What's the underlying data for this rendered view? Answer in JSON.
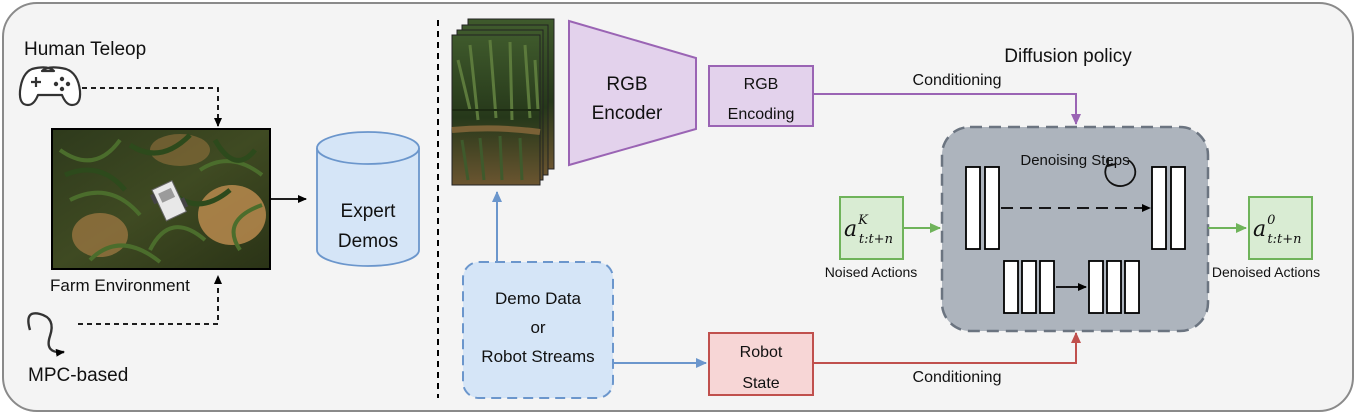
{
  "left": {
    "human_teleop": "Human Teleop",
    "farm_environment": "Farm Environment",
    "mpc_based": "MPC-based",
    "expert_demos_line1": "Expert",
    "expert_demos_line2": "Demos"
  },
  "encoder": {
    "rgb_encoder_line1": "RGB",
    "rgb_encoder_line2": "Encoder",
    "rgb_encoding_line1": "RGB",
    "rgb_encoding_line2": "Encoding"
  },
  "data_source": {
    "line1": "Demo Data",
    "line2": "or",
    "line3": "Robot Streams"
  },
  "robot_state": {
    "line1": "Robot",
    "line2": "State"
  },
  "conditioning_top": "Conditioning",
  "conditioning_bottom": "Conditioning",
  "diffusion": {
    "title": "Diffusion policy",
    "denoising_steps": "Denoising Steps",
    "noised_label": "Noised Actions",
    "denoised_label": "Denoised Actions",
    "noised_symbol": "a",
    "noised_sup": "K",
    "noised_sub": "t:t+n",
    "denoised_symbol": "a",
    "denoised_sup": "0",
    "denoised_sub": "t:t+n"
  },
  "colors": {
    "purple_fill": "#e3d2ec",
    "purple_stroke": "#9a64b4",
    "blue_fill": "#d5e5f7",
    "blue_stroke": "#6b96cc",
    "red_fill": "#f7d6d6",
    "red_stroke": "#c0504d",
    "green_fill": "#d9ecd3",
    "green_stroke": "#6fb35a",
    "gray_fill": "#adb4bd"
  }
}
